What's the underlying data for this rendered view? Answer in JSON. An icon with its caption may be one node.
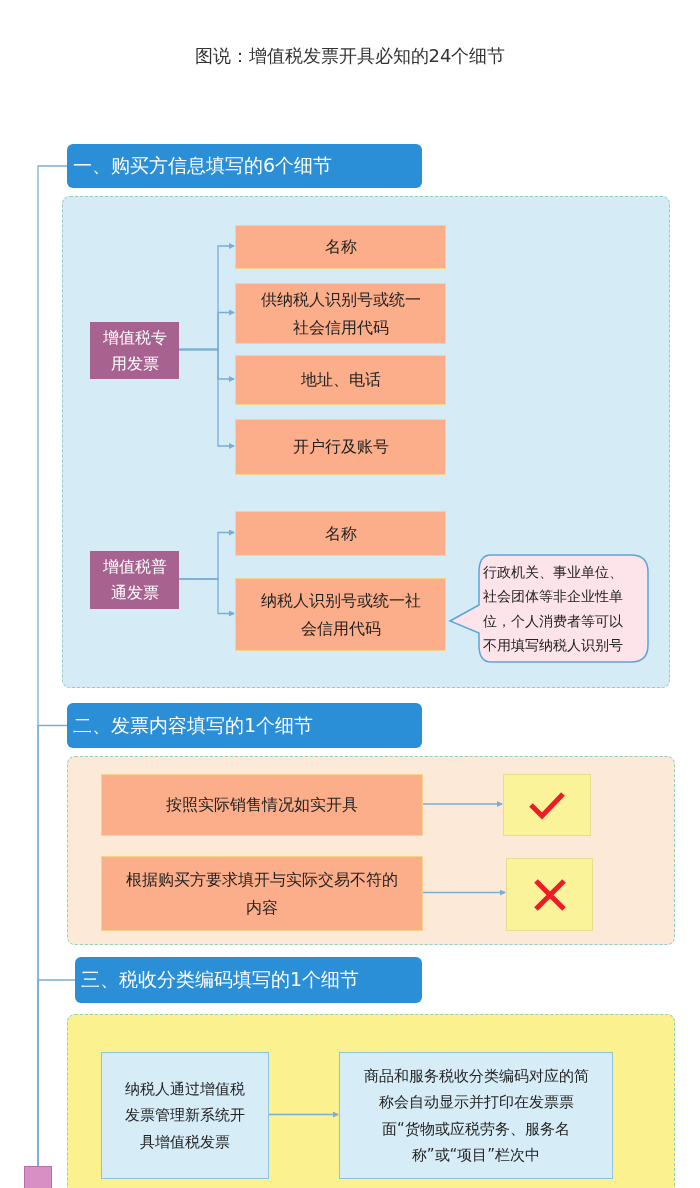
{
  "diagram": {
    "title": "图说：增值税发票开具必知的24个细节",
    "nodes": [
      {
        "text": [
          "一、购买方信息填写的6个细节"
        ]
      },
      {
        "text": [],
        "shape": "box"
      },
      {
        "text": [
          "增值税专用发票"
        ],
        "in": 1
      },
      {
        "text": [
          "名称"
        ],
        "in": 1
      },
      {
        "text": [
          "供纳税人识别号或统一社会信用代码"
        ],
        "in": 1
      },
      {
        "text": [
          "地址、电话"
        ],
        "in": 1
      },
      {
        "text": [
          "开户行及账号"
        ],
        "in": 1
      },
      {
        "text": [
          "增值税普通发票"
        ],
        "in": 1
      },
      {
        "text": [
          "名称"
        ],
        "in": 1
      },
      {
        "text": [
          "纳税人识别号或统一社会信用代码"
        ],
        "in": 1
      },
      {
        "text": [
          "行政机关、事业单位、社会团体等非企业性单位，个人消费者等可以不用填写纳税人识别号"
        ],
        "in": 1
      },
      {
        "text": [
          "二、发票内容填写的1个细节"
        ]
      },
      {
        "text": [],
        "shape": "box"
      },
      {
        "text": [
          "按照实际销售情况如实开具"
        ],
        "in": 12
      },
      {
        "text": [],
        "shape": "box",
        "in": 12
      },
      {
        "text": [
          "根据购买方要求填开与实际交易不符的内容"
        ],
        "in": 12
      },
      {
        "text": [],
        "shape": "box",
        "in": 12
      },
      {
        "text": [
          "三、税收分类编码填写的1个细节"
        ]
      },
      {
        "text": [],
        "shape": "box"
      },
      {
        "text": [
          "纳税人通过增值税发票管理新系统开具增值税发票"
        ],
        "in": 18
      },
      {
        "text": [
          "商品和服务税收分类编码对应的简称会自动显示并打印在发票票面“货物或应税劳务、服务名称”或“项目”栏次中"
        ],
        "in": 18
      },
      {
        "text": [],
        "shape": "box"
      }
    ],
    "edges": [
      {
        "from": 2,
        "to": 3,
        "arrow": "to"
      },
      {
        "from": 2,
        "to": 4,
        "arrow": "to"
      },
      {
        "from": 2,
        "to": 5,
        "arrow": "to"
      },
      {
        "from": 2,
        "to": 6,
        "arrow": "to"
      },
      {
        "from": 7,
        "to": 8,
        "arrow": "to"
      },
      {
        "from": 7,
        "to": 9,
        "arrow": "to"
      },
      {
        "from": 13,
        "to": 14,
        "arrow": "to"
      },
      {
        "from": 15,
        "to": 16,
        "arrow": "to"
      },
      {
        "from": 19,
        "to": 20,
        "arrow": "to"
      },
      {
        "from": 21,
        "to": 0,
        "arrow": "none"
      },
      {
        "from": 21,
        "to": 11,
        "arrow": "none"
      },
      {
        "from": 21,
        "to": 17,
        "arrow": "none"
      }
    ]
  }
}
